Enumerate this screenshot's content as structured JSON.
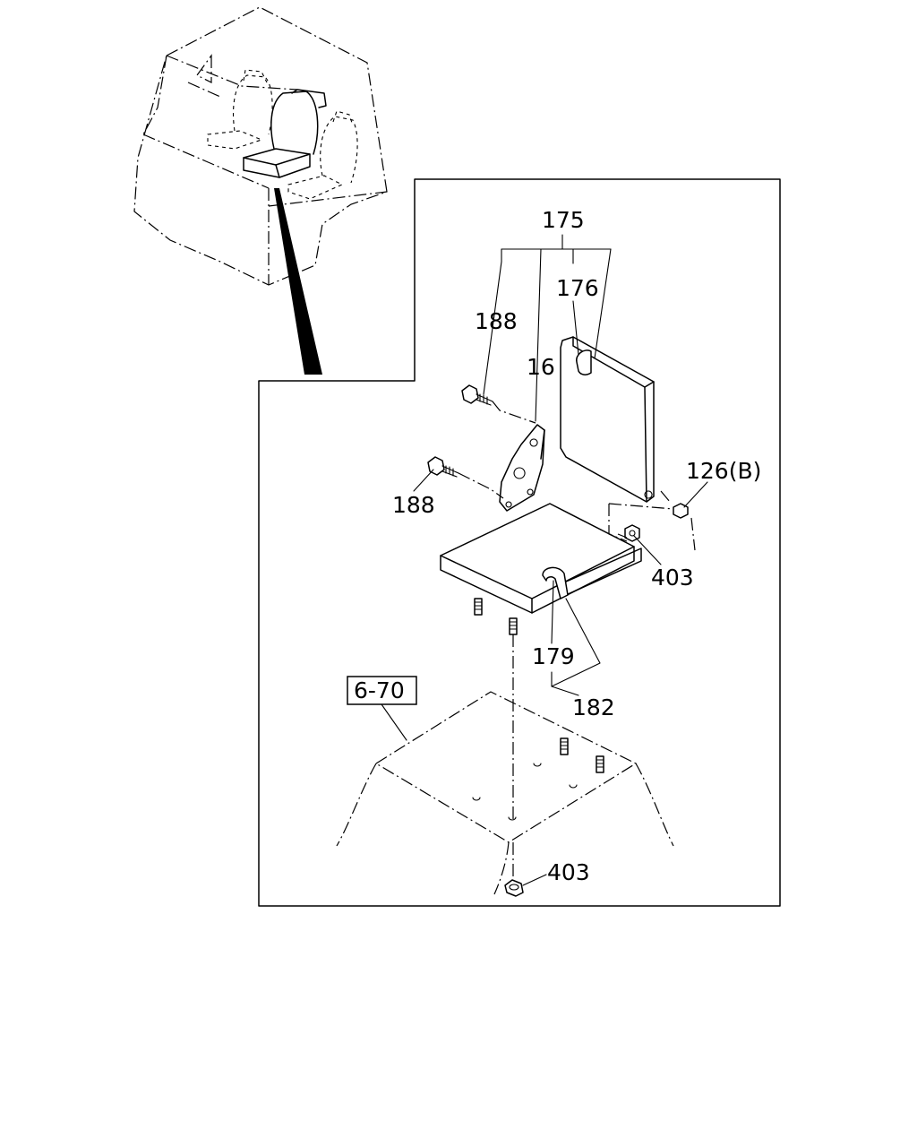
{
  "diagram": {
    "callouts": {
      "c175": "175",
      "c176": "176",
      "c188_top": "188",
      "c16": "16",
      "c188_bottom": "188",
      "c126b": "126(B)",
      "c403_upper": "403",
      "c179": "179",
      "c182": "182",
      "c403_lower": "403"
    },
    "reference_box": "6-70"
  }
}
